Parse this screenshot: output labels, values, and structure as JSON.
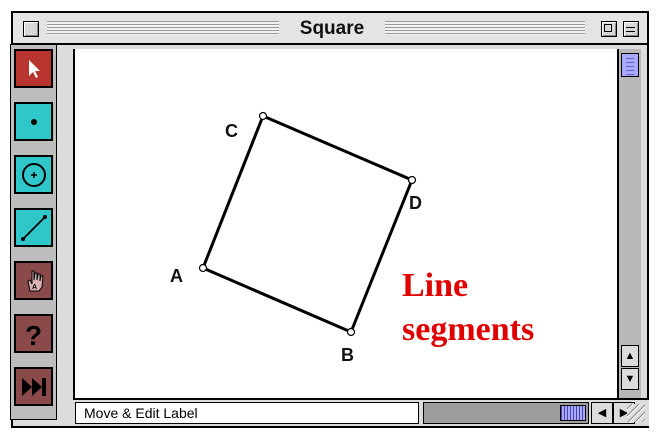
{
  "window": {
    "title": "Square"
  },
  "toolbox": {
    "tools": [
      {
        "name": "arrow-tool",
        "icon": "arrow-icon",
        "color": "#b8342e"
      },
      {
        "name": "point-tool",
        "icon": "point-icon",
        "color": "#2fc7c9"
      },
      {
        "name": "compass-tool",
        "icon": "circle-icon",
        "color": "#2fc7c9"
      },
      {
        "name": "straightedge-tool",
        "icon": "segment-icon",
        "color": "#2fc7c9"
      },
      {
        "name": "text-tool",
        "icon": "hand-icon",
        "color": "#8a4a4a"
      },
      {
        "name": "object-info-tool",
        "icon": "question-icon",
        "color": "#8a4a4a"
      },
      {
        "name": "script-tool",
        "icon": "fast-forward-icon",
        "color": "#8a4a4a"
      }
    ]
  },
  "canvas": {
    "points": {
      "A": "A",
      "B": "B",
      "C": "C",
      "D": "D"
    },
    "annotation_line1": "Line",
    "annotation_line2": "segments"
  },
  "status": {
    "text": "Move & Edit Label"
  }
}
